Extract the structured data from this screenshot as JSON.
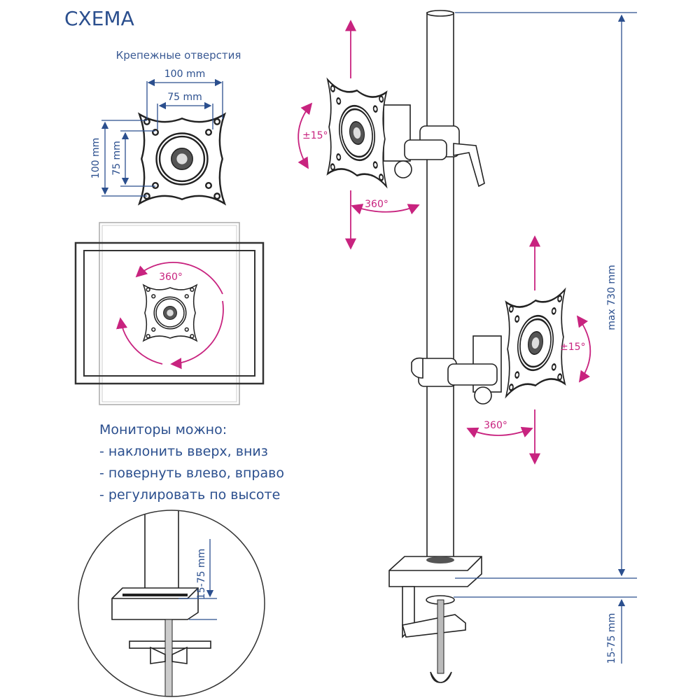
{
  "title": "СХЕМА",
  "mounting_holes": {
    "label": "Крепежные отверстия",
    "width_outer": "100 mm",
    "width_inner": "75 mm",
    "height_outer": "100 mm",
    "height_inner": "75 mm"
  },
  "monitor_rotation": "360°",
  "notes": {
    "heading": "Мониторы можно:",
    "items": [
      "- наклонить вверх, вниз",
      "- повернуть влево, вправо",
      "- регулировать по высоте"
    ]
  },
  "upper_bracket": {
    "tilt": "±15°",
    "swivel": "360°"
  },
  "lower_bracket": {
    "tilt": "±15°",
    "swivel": "360°"
  },
  "pole_height": "max 730 mm",
  "clamp_range": "15-75 mm",
  "inset_clamp_range": "15-75 mm",
  "colors": {
    "dimension": "#2b4f8e",
    "motion": "#c8237f"
  }
}
